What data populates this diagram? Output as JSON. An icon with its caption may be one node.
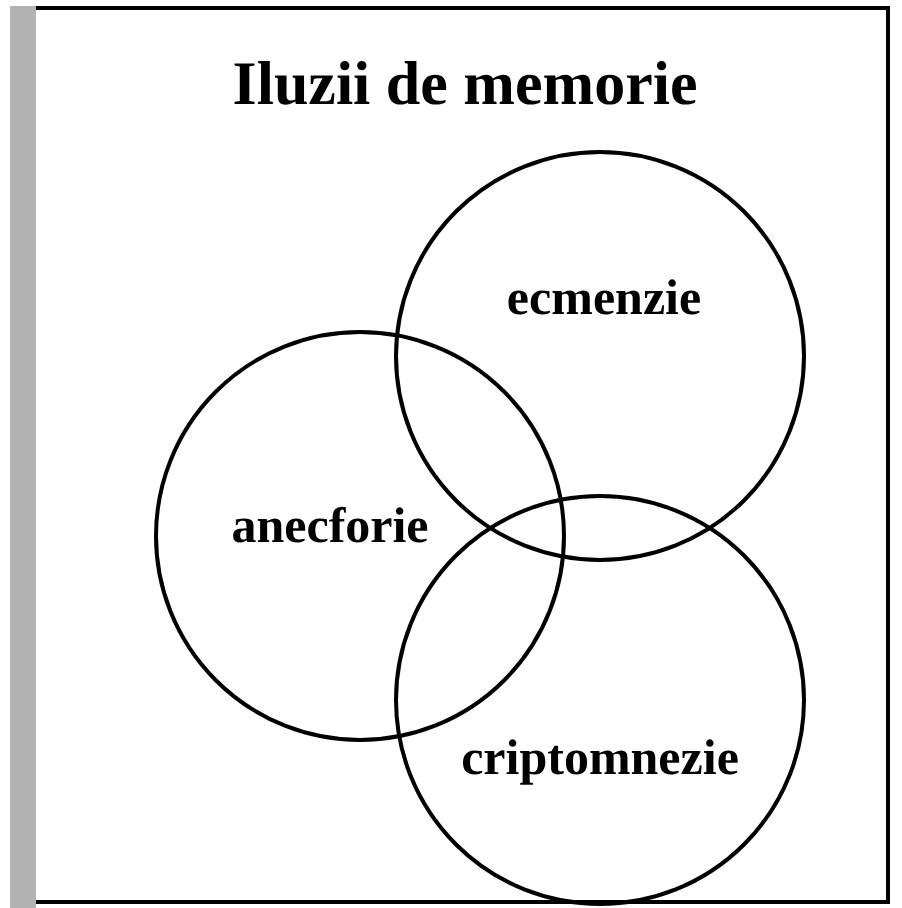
{
  "diagram": {
    "title": "Iluzii de memorie",
    "nodes": [
      {
        "text": [
          "ecmenzie"
        ]
      },
      {
        "text": [
          "anecforie"
        ]
      },
      {
        "text": [
          "criptomnezie"
        ]
      }
    ]
  }
}
